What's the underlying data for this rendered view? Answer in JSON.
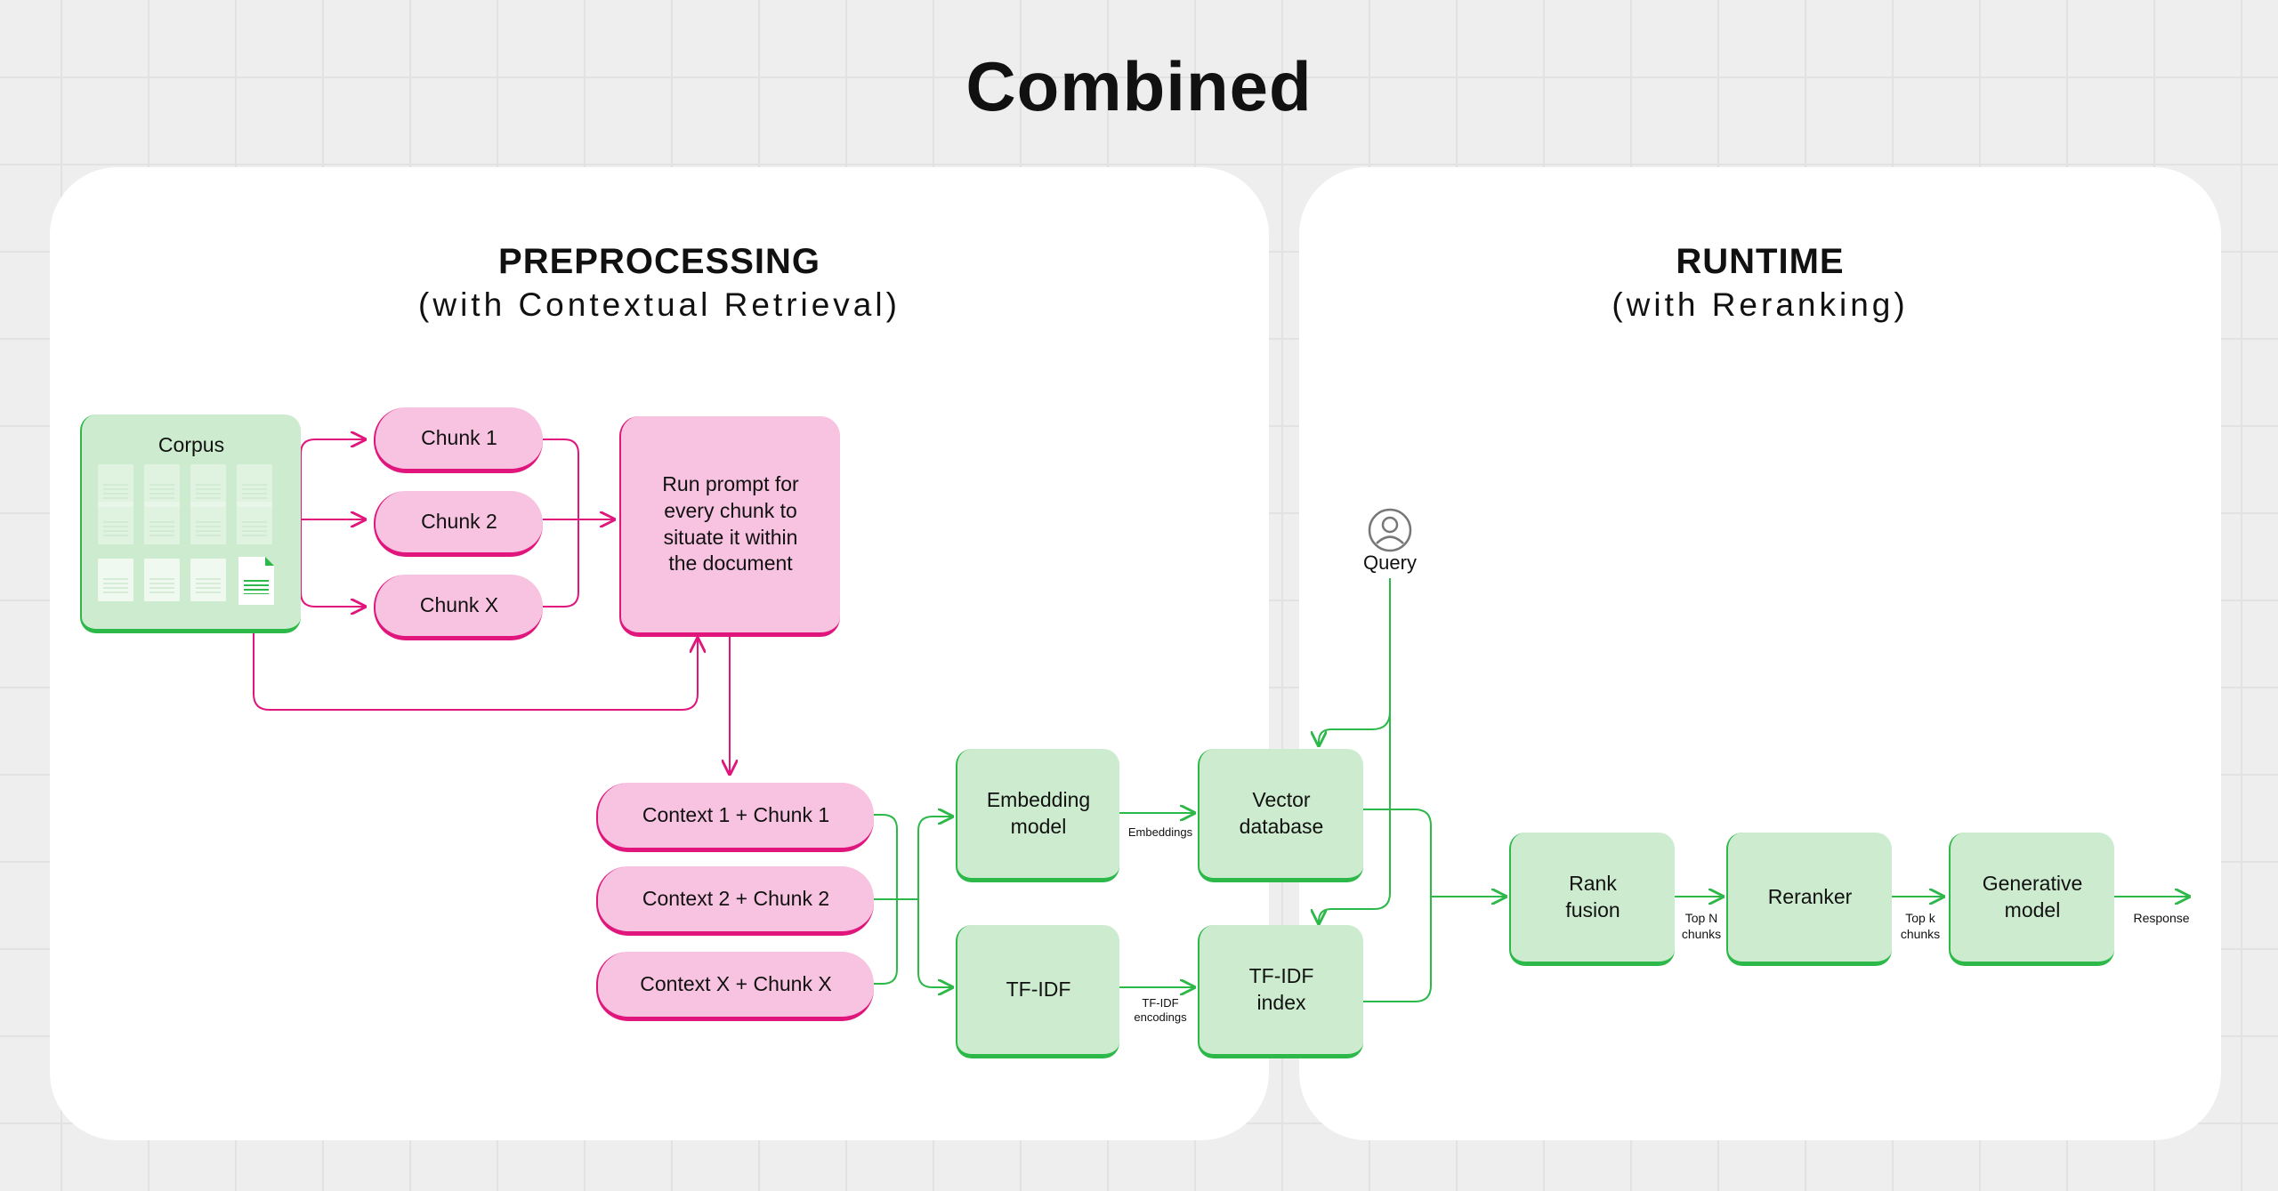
{
  "title": "Combined",
  "preprocessing": {
    "title": "PREPROCESSING",
    "subtitle": "(with Contextual Retrieval)",
    "corpus_label": "Corpus",
    "chunks": [
      "Chunk 1",
      "Chunk 2",
      "Chunk X"
    ],
    "prompt_box": "Run prompt for every chunk to situate it within the document",
    "contexts": [
      "Context 1 + Chunk 1",
      "Context 2 + Chunk 2",
      "Context X + Chunk X"
    ],
    "embedding_model": "Embedding model",
    "tfidf": "TF-IDF",
    "vector_database": "Vector database",
    "tfidf_index": "TF-IDF index",
    "embeddings_label": "Embeddings",
    "tfidf_encodings_label": "TF-IDF encodings"
  },
  "runtime": {
    "title": "RUNTIME",
    "subtitle": "(with Reranking)",
    "query_label": "Query",
    "rank_fusion": "Rank fusion",
    "reranker": "Reranker",
    "generative_model": "Generative model",
    "top_n_label": "Top N chunks",
    "top_k_label": "Top k chunks",
    "response_label": "Response"
  },
  "colors": {
    "green_fill": "#cdeccf",
    "green_stroke": "#2db84a",
    "pink_fill": "#f8c3e0",
    "pink_stroke": "#e0167c"
  },
  "icons": {
    "query": "user-icon",
    "corpus": "documents-icon"
  }
}
